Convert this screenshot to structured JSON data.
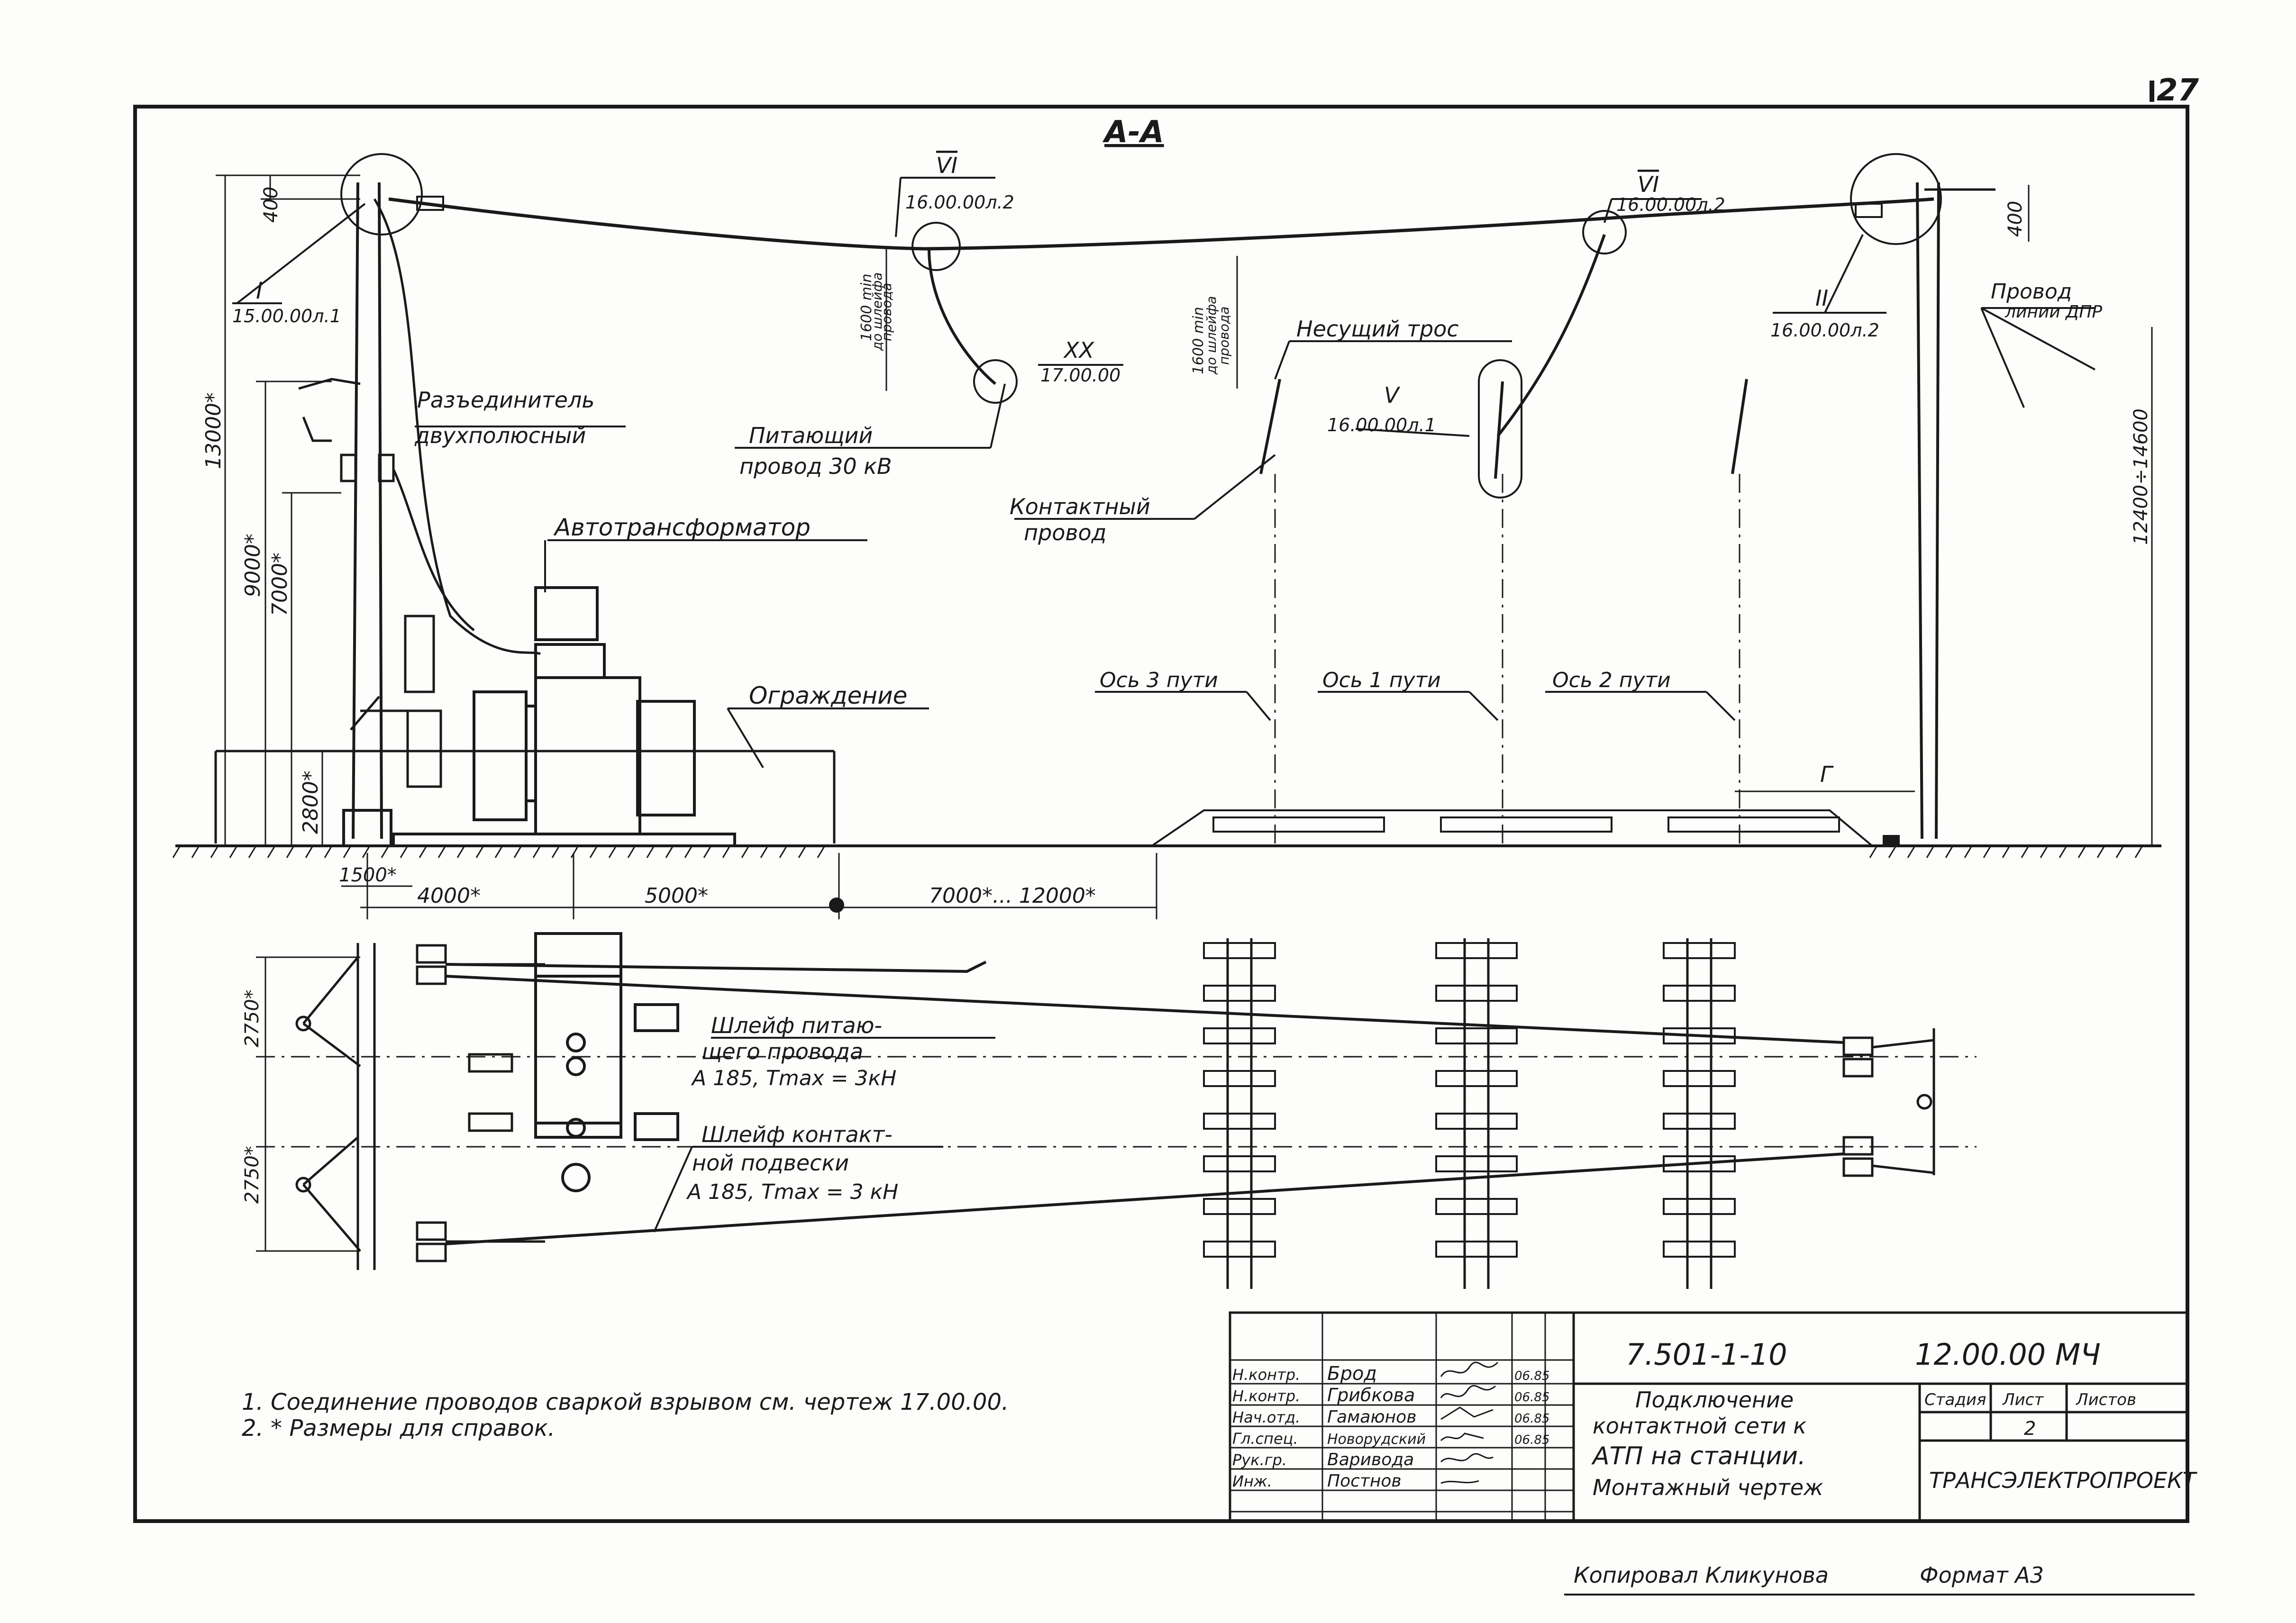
{
  "sheet_number": "27",
  "section_label": "А-А",
  "callouts": {
    "c1": {
      "num": "I",
      "ref": "15.00.00л.1"
    },
    "c2": {
      "num": "VI",
      "ref": "16.00.00л.2"
    },
    "c3": {
      "num": "VI",
      "ref": "16.00.00л.2"
    },
    "c4": {
      "num": "II",
      "ref": "16.00.00л.2"
    },
    "c5": {
      "num": "XX",
      "ref": "17.00.00"
    },
    "c6": {
      "num": "V",
      "ref": "16.00.00л.1"
    }
  },
  "labels": {
    "disconnector_1": "Разъединитель",
    "disconnector_2": "двухполюсный",
    "feeder_1": "Питающий",
    "feeder_2": "провод 30 кВ",
    "autotransformer": "Автотрансформатор",
    "fence": "Ограждение",
    "messenger": "Несущий трос",
    "contact_1": "Контактный",
    "contact_2": "провод",
    "axis3": "Ось 3 пути",
    "axis1": "Ось 1 пути",
    "axis2": "Ось 2 пути",
    "dtr_1": "Провод",
    "dtr_2": "линии ДПР",
    "sag_note_a": "1600 min",
    "sag_note_b": "до шлейфа",
    "sag_note_c": "провода",
    "gauge": "Г"
  },
  "dimensions": {
    "d400": "400",
    "d13000": "13000*",
    "d9000": "9000*",
    "d7000": "7000*",
    "d2800": "2800*",
    "d1500": "1500*",
    "d4000": "4000*",
    "d5000": "5000*",
    "d7000_12000": "7000*... 12000*",
    "d_right400": "400",
    "d_right_height": "12400÷14600",
    "d2750a": "2750*",
    "d2750b": "2750*"
  },
  "plan_labels": {
    "feeder_loop_1": "Шлейф питаю-",
    "feeder_loop_2": "щего провода",
    "feeder_loop_3": "А 185, Tmax = 3кН",
    "contact_loop_1": "Шлейф контакт-",
    "contact_loop_2": "ной подвески",
    "contact_loop_3": "А 185, Tmax = 3 кН"
  },
  "notes": {
    "n1": "1. Соединение проводов сваркой взрывом см. чертеж 17.00.00.",
    "n2": "2. * Размеры для справок."
  },
  "title_block": {
    "doc_code": "7.501-1-10",
    "drawing_code": "12.00.00 МЧ",
    "title_1": "Подключение",
    "title_2": "контактной сети к",
    "title_3": "АТП на станции.",
    "title_4": "Монтажный чертеж",
    "stage_hdr": "Стадия",
    "sheet_hdr": "Лист",
    "sheets_hdr": "Листов",
    "sheet_val": "2",
    "org": "ТРАНСЭЛЕКТРОПРОЕКТ",
    "rows": [
      {
        "role": "Н.контр.",
        "name": "Брод",
        "date": "06.85"
      },
      {
        "role": "Н.контр.",
        "name": "Грибкова",
        "date": "06.85"
      },
      {
        "role": "Нач.отд.",
        "name": "Гамаюнов",
        "date": "06.85"
      },
      {
        "role": "Гл.спец.",
        "name": "Новорудский",
        "date": "06.85"
      },
      {
        "role": "Рук.гр.",
        "name": "Варивода",
        "date": ""
      },
      {
        "role": "Инж.",
        "name": "Постнов",
        "date": ""
      }
    ]
  },
  "footer": {
    "copied": "Копировал Кликунова",
    "format": "Формат А3"
  }
}
